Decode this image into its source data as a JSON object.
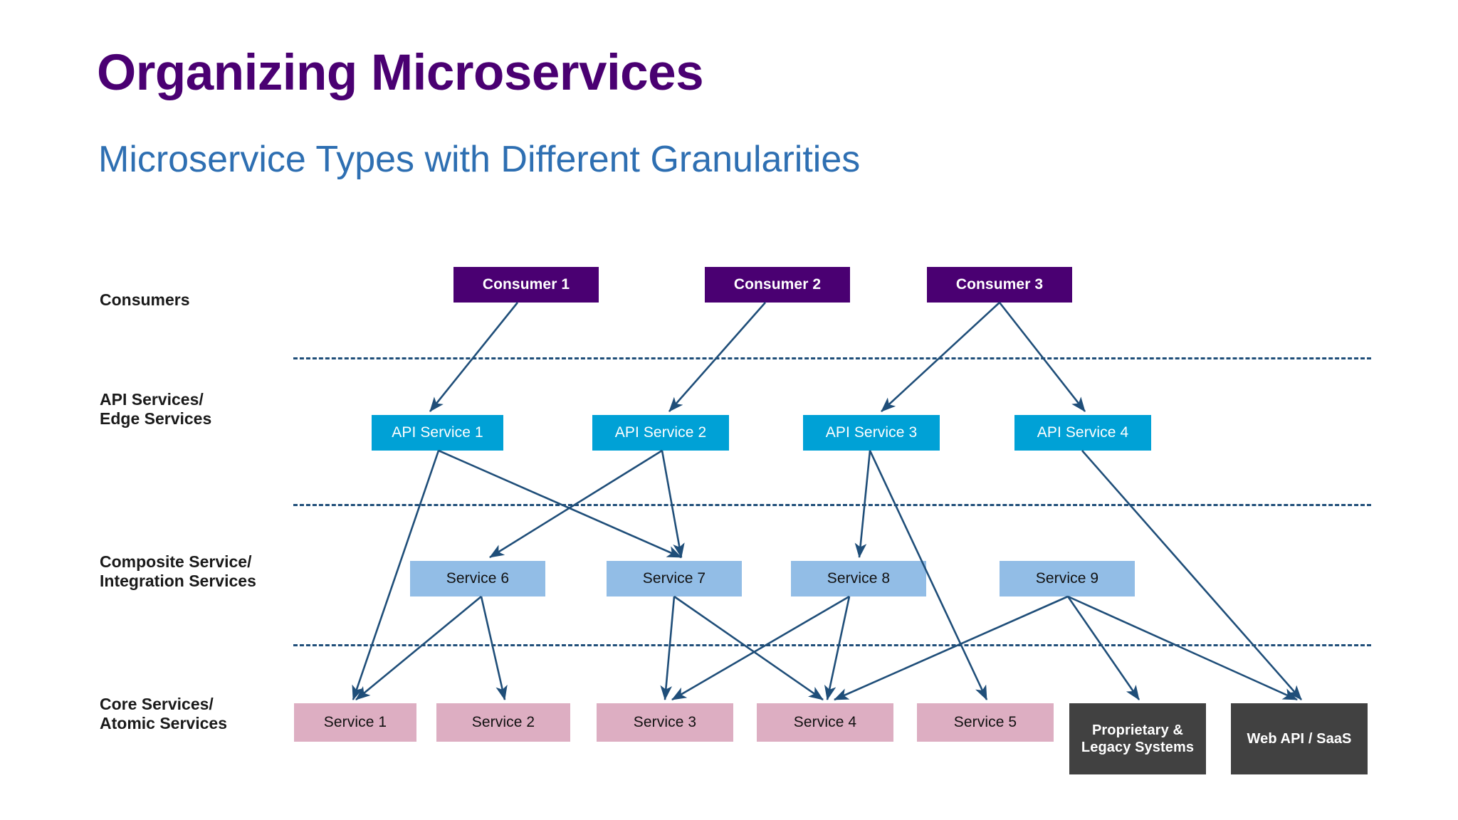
{
  "slide": {
    "title": "Organizing Microservices",
    "subtitle": "Microservice Types with Different Granularities",
    "title_color": "#4A0072",
    "subtitle_color": "#2E6FB2",
    "background_color": "#FFFFFF"
  },
  "row_labels": [
    {
      "id": "consumers",
      "text": "Consumers"
    },
    {
      "id": "api-services",
      "text": "API Services/\nEdge Services"
    },
    {
      "id": "composite-services",
      "text": "Composite Service/\nIntegration Services"
    },
    {
      "id": "core-services",
      "text": "Core Services/\nAtomic Services"
    }
  ],
  "palette": {
    "consumer": "#4A0072",
    "api_service": "#00A1D6",
    "composite_service": "#92BDE6",
    "core_service": "#DDAEC2",
    "external_system": "#414141",
    "arrow": "#1F4E79",
    "divider": "#1F4E79"
  },
  "nodes": {
    "consumers": [
      {
        "id": "consumer-1",
        "label": "Consumer 1"
      },
      {
        "id": "consumer-2",
        "label": "Consumer 2"
      },
      {
        "id": "consumer-3",
        "label": "Consumer 3"
      }
    ],
    "api_services": [
      {
        "id": "api-service-1",
        "label": "API Service 1"
      },
      {
        "id": "api-service-2",
        "label": "API Service 2"
      },
      {
        "id": "api-service-3",
        "label": "API Service 3"
      },
      {
        "id": "api-service-4",
        "label": "API Service 4"
      }
    ],
    "composite_services": [
      {
        "id": "service-6",
        "label": "Service 6"
      },
      {
        "id": "service-7",
        "label": "Service 7"
      },
      {
        "id": "service-8",
        "label": "Service 8"
      },
      {
        "id": "service-9",
        "label": "Service 9"
      }
    ],
    "core_services": [
      {
        "id": "service-1",
        "label": "Service 1"
      },
      {
        "id": "service-2",
        "label": "Service 2"
      },
      {
        "id": "service-3",
        "label": "Service 3"
      },
      {
        "id": "service-4",
        "label": "Service 4"
      },
      {
        "id": "service-5",
        "label": "Service 5"
      }
    ],
    "external_systems": [
      {
        "id": "proprietary-legacy-systems",
        "label": "Proprietary & Legacy Systems"
      },
      {
        "id": "web-api-saas",
        "label": "Web API / SaaS"
      }
    ]
  },
  "edges": [
    {
      "from": "consumer-1",
      "to": "api-service-1"
    },
    {
      "from": "consumer-2",
      "to": "api-service-2"
    },
    {
      "from": "consumer-3",
      "to": "api-service-3"
    },
    {
      "from": "consumer-3",
      "to": "api-service-4"
    },
    {
      "from": "api-service-1",
      "to": "service-1"
    },
    {
      "from": "api-service-1",
      "to": "service-7"
    },
    {
      "from": "api-service-2",
      "to": "service-6"
    },
    {
      "from": "api-service-2",
      "to": "service-7"
    },
    {
      "from": "api-service-3",
      "to": "service-8"
    },
    {
      "from": "api-service-3",
      "to": "service-5"
    },
    {
      "from": "api-service-4",
      "to": "web-api-saas"
    },
    {
      "from": "service-6",
      "to": "service-1"
    },
    {
      "from": "service-6",
      "to": "service-2"
    },
    {
      "from": "service-7",
      "to": "service-3"
    },
    {
      "from": "service-7",
      "to": "service-4"
    },
    {
      "from": "service-8",
      "to": "service-3"
    },
    {
      "from": "service-8",
      "to": "service-4"
    },
    {
      "from": "service-9",
      "to": "service-4"
    },
    {
      "from": "service-9",
      "to": "proprietary-legacy-systems"
    },
    {
      "from": "service-9",
      "to": "web-api-saas"
    }
  ],
  "dividers": [
    {
      "id": "divider-consumers-api"
    },
    {
      "id": "divider-api-composite"
    },
    {
      "id": "divider-composite-core"
    }
  ]
}
